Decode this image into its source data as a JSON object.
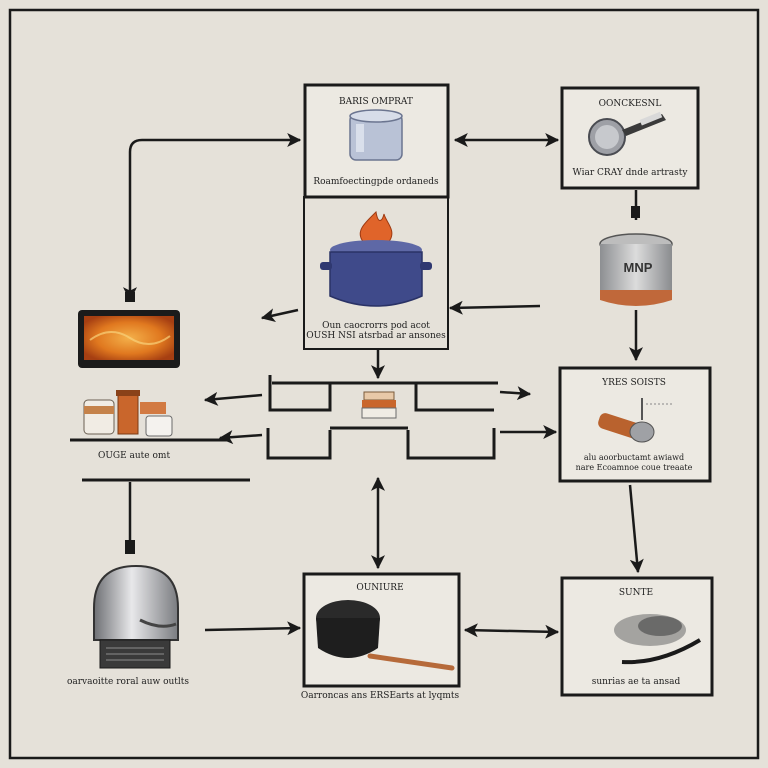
{
  "labels": {
    "top_box_title": "BARIS OMPRAT",
    "top_box_caption": "Roamfoectingpde ordaneds",
    "right_box_title": "OONCKESNL",
    "right_box_caption": "Wiar CRAY dnde artrasty",
    "canister_text": "MNP",
    "pot_caption_1": "Oun caocrorrs pod acot",
    "pot_caption_2": "OUSH NSI atsrbad ar ansones",
    "mid_right_title": "YRES SOISTS",
    "mid_right_caption_1": "alu aoorbuctamt awiawd",
    "mid_right_caption_2": "nare Ecoamnoe coue treaate",
    "left_caption": "OUGE aute omt",
    "helmet_caption": "oarvaoitte roral auw outlts",
    "bottom_mid_title": "OUNIURE",
    "bottom_mid_caption": "Oarroncas ans ERSEarts at lyqmts",
    "bottom_right_title": "SUNTE",
    "bottom_right_caption": "sunrias ae ta ansad"
  },
  "colors": {
    "background": "#e5e1d9",
    "line": "#1a1a1a",
    "pot": "#3f4a8a",
    "flame": "#e0642a",
    "screen": "#e07a22",
    "copper": "#c0683a",
    "steel": "#a9abae"
  },
  "icons": [
    "glass-jar-icon",
    "frying-pan-icon",
    "flame-pot-icon",
    "canister-icon",
    "monitor-icon",
    "jars-icon",
    "pipe-icon",
    "stacked-jars-icon",
    "helmet-icon",
    "wok-icon",
    "scorched-pan-icon"
  ]
}
